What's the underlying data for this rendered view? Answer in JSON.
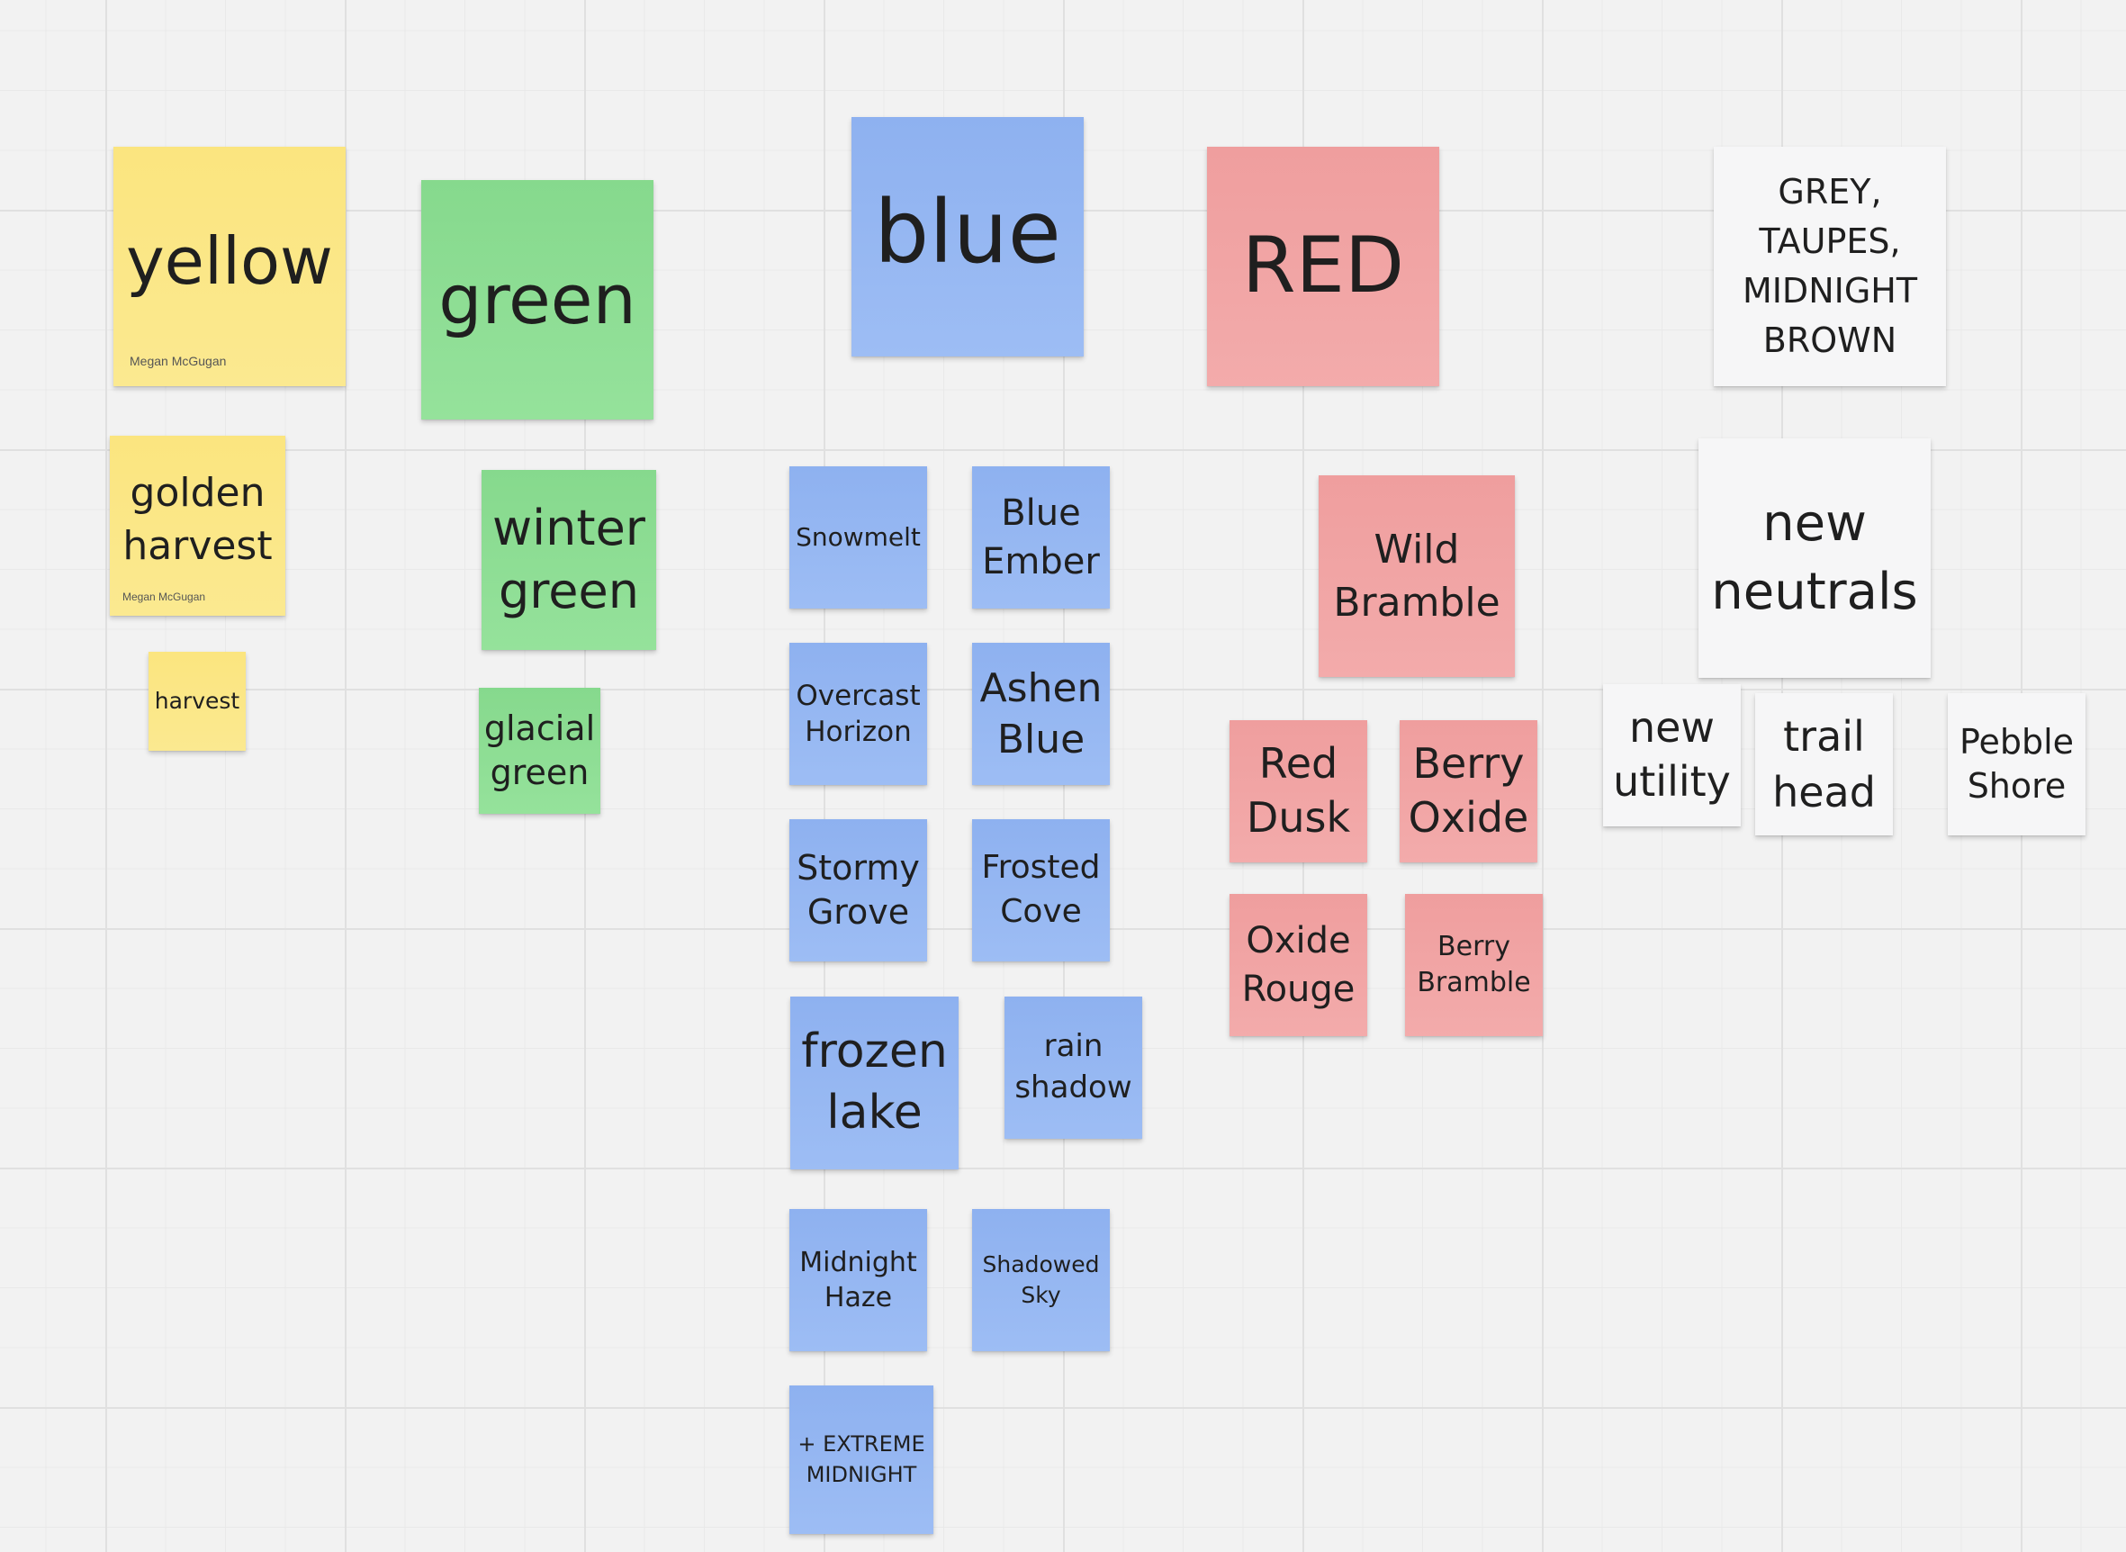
{
  "colors": {
    "canvas": "#f2f2f2",
    "yellow": "#fbe57f",
    "green": "#86d98d",
    "blue": "#8eb1f0",
    "red": "#ef9e9e",
    "white": "#f6f6f7"
  },
  "notes": {
    "yellow": "yellow",
    "yellow_author": "Megan McGugan",
    "golden_harvest": "golden harvest",
    "golden_harvest_author": "Megan McGugan",
    "harvest": "harvest",
    "green": "green",
    "winter_green": "winter green",
    "glacial_green": "glacial green",
    "blue": "blue",
    "snowmelt": "Snowmelt",
    "blue_ember": "Blue Ember",
    "overcast_horizon": "Overcast Horizon",
    "ashen_blue": "Ashen Blue",
    "stormy_grove": "Stormy Grove",
    "frosted_cove": "Frosted Cove",
    "frozen_lake": "frozen lake",
    "rain_shadow": "rain shadow",
    "midnight_haze": "Midnight Haze",
    "shadowed_sky": "Shadowed Sky",
    "extreme_midnight": "+ EXTREME MIDNIGHT",
    "red": "RED",
    "wild_bramble": "Wild Bramble",
    "red_dusk": "Red Dusk",
    "berry_oxide": "Berry Oxide",
    "oxide_rouge": "Oxide Rouge",
    "berry_bramble": "Berry Bramble",
    "grey_taupes": "GREY, TAUPES, MIDNIGHT BROWN",
    "new_neutrals": "new neutrals",
    "new_utility": "new utility",
    "trail_head": "trail head",
    "pebble_shore": "Pebble Shore"
  }
}
